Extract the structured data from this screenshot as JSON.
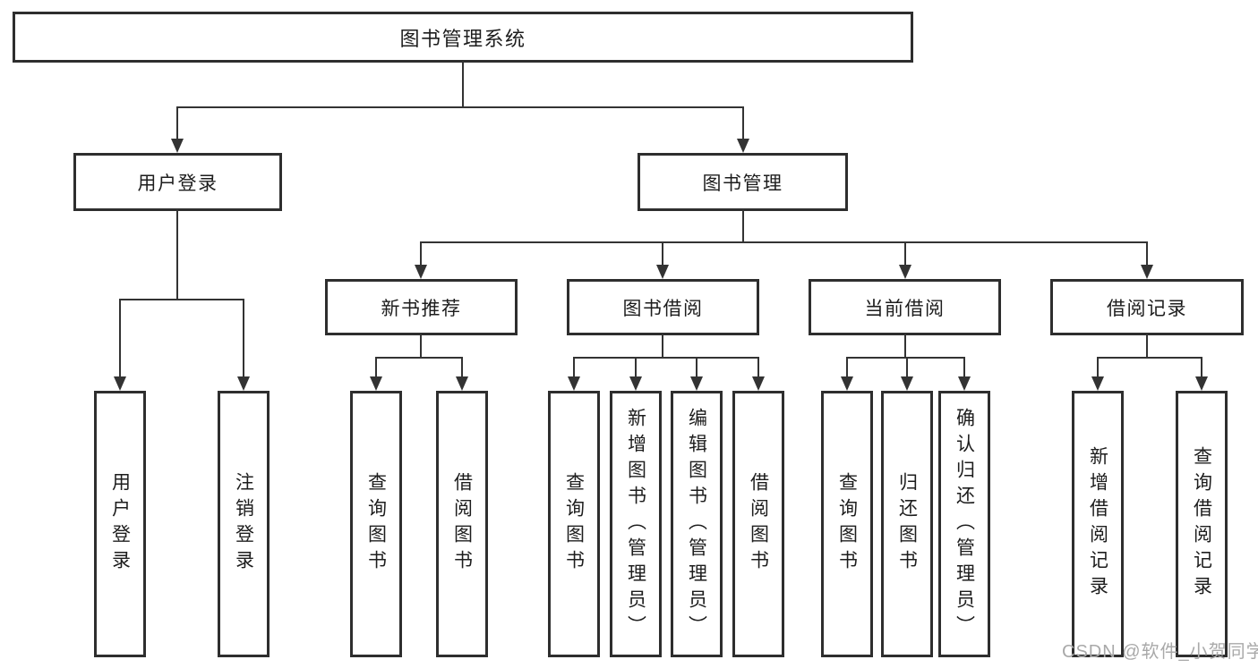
{
  "tree": {
    "root": {
      "label": "图书管理系统"
    },
    "branches": [
      {
        "label": "用户登录",
        "leaves": [
          "用户登录",
          "注销登录"
        ]
      },
      {
        "label": "图书管理",
        "groups": [
          {
            "label": "新书推荐",
            "leaves": [
              "查询图书",
              "借阅图书"
            ]
          },
          {
            "label": "图书借阅",
            "leaves": [
              "查询图书",
              "新增图书（管理员）",
              "编辑图书（管理员）",
              "借阅图书"
            ]
          },
          {
            "label": "当前借阅",
            "leaves": [
              "查询图书",
              "归还图书",
              "确认归还（管理员）"
            ]
          },
          {
            "label": "借阅记录",
            "leaves": [
              "新增借阅记录",
              "查询借阅记录"
            ]
          }
        ]
      }
    ]
  },
  "watermark": {
    "text": "CSDN @软件_小贺同学"
  },
  "colors": {
    "line": "#333333",
    "box_border": "#2e2e2e",
    "text": "#1d1d1d",
    "watermark": "#a9a9a9",
    "background": "#ffffff"
  }
}
